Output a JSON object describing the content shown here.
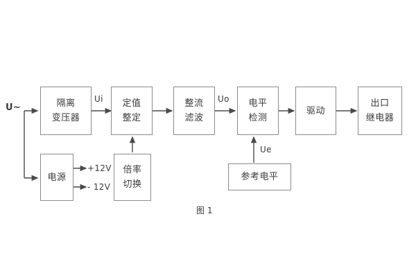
{
  "figure": {
    "caption": "图 1",
    "background_color": "#ffffff",
    "box_border_color": "#8a8a8a",
    "text_color": "#3a3a3a",
    "line_color": "#4a4a4a"
  },
  "blocks": [
    {
      "id": "isolation-transformer",
      "lines": [
        "隔离",
        "变压器"
      ]
    },
    {
      "id": "setting-value",
      "lines": [
        "定值",
        "整定"
      ]
    },
    {
      "id": "rectify-filter",
      "lines": [
        "整流",
        "滤波"
      ]
    },
    {
      "id": "level-detection",
      "lines": [
        "电平",
        "检测"
      ]
    },
    {
      "id": "drive",
      "lines": [
        "驱动"
      ]
    },
    {
      "id": "output-relay",
      "lines": [
        "出口",
        "继电器"
      ]
    },
    {
      "id": "power-supply",
      "lines": [
        "电源"
      ]
    },
    {
      "id": "multiplier-switch",
      "lines": [
        "倍率",
        "切换"
      ]
    },
    {
      "id": "reference-level",
      "lines": [
        "参考电平"
      ]
    }
  ],
  "signal_labels": {
    "input_source": "U~",
    "ui": "Ui",
    "uo": "Uo",
    "ue": "Ue",
    "rail_positive": "+12V",
    "rail_negative": "- 12V"
  }
}
